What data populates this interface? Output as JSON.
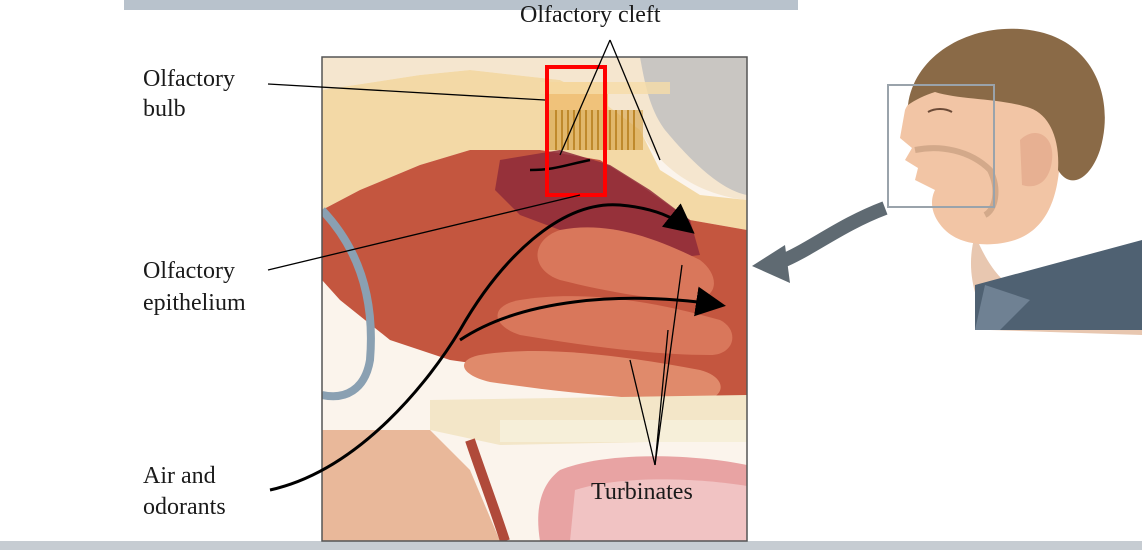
{
  "labels": {
    "olfactory_cleft": "Olfactory cleft",
    "olfactory_bulb": [
      "Olfactory",
      "bulb"
    ],
    "olfactory_epithelium": [
      "Olfactory",
      "epithelium"
    ],
    "air_odorants": [
      "Air and",
      "odorants"
    ],
    "turbinates": "Turbinates"
  },
  "colors": {
    "highlight_box": "#ff0000",
    "tissue_red": "#b5463a",
    "epithelium_dark": "#8e2a3a",
    "bone": "#f3d9a6",
    "skin": "#e9a987",
    "hair": "#8a6a47",
    "arrow_gray": "#5f6a72"
  }
}
